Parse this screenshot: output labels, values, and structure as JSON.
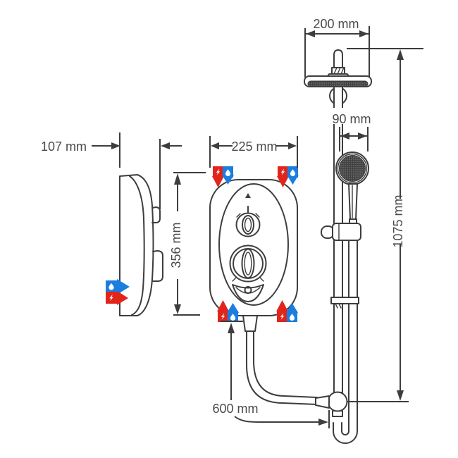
{
  "diagram": {
    "subject": "electric-shower-dimension-drawing",
    "labels": {
      "unit_depth": "107 mm",
      "unit_width": "225 mm",
      "unit_height": "356 mm",
      "head_width": "200 mm",
      "handset_width": "90 mm",
      "rail_height": "1075 mm",
      "hose_reach": "600 mm"
    },
    "icons": {
      "electric_supply": "lightning-arrow-icon",
      "water_supply": "droplet-arrow-icon"
    },
    "colors": {
      "line": "#3d3d3d",
      "text": "#4a4a4a",
      "electric_red": "#e1251b",
      "water_blue": "#1a7ee0"
    }
  }
}
